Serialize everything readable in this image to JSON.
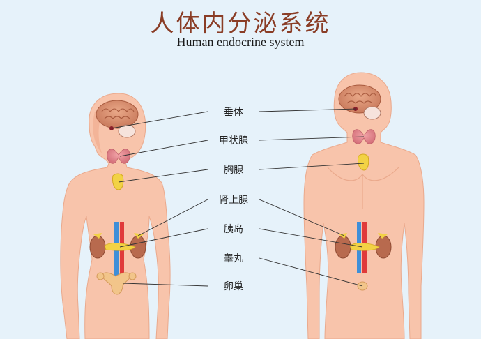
{
  "title_zh": "人体内分泌系统",
  "title_en": "Human endocrine system",
  "labels": [
    "垂体",
    "甲状腺",
    "胸腺",
    "肾上腺",
    "胰岛",
    "睾丸",
    "卵巢"
  ],
  "colors": {
    "background": "#e6f2fa",
    "skin": "#f8c4ab",
    "skin_outline": "#eaa98c",
    "title": "#8a3d26",
    "gland": "#f2d245",
    "kidney": "#b86a4e",
    "artery": "#e03a3a",
    "vein": "#3f8fd8"
  }
}
